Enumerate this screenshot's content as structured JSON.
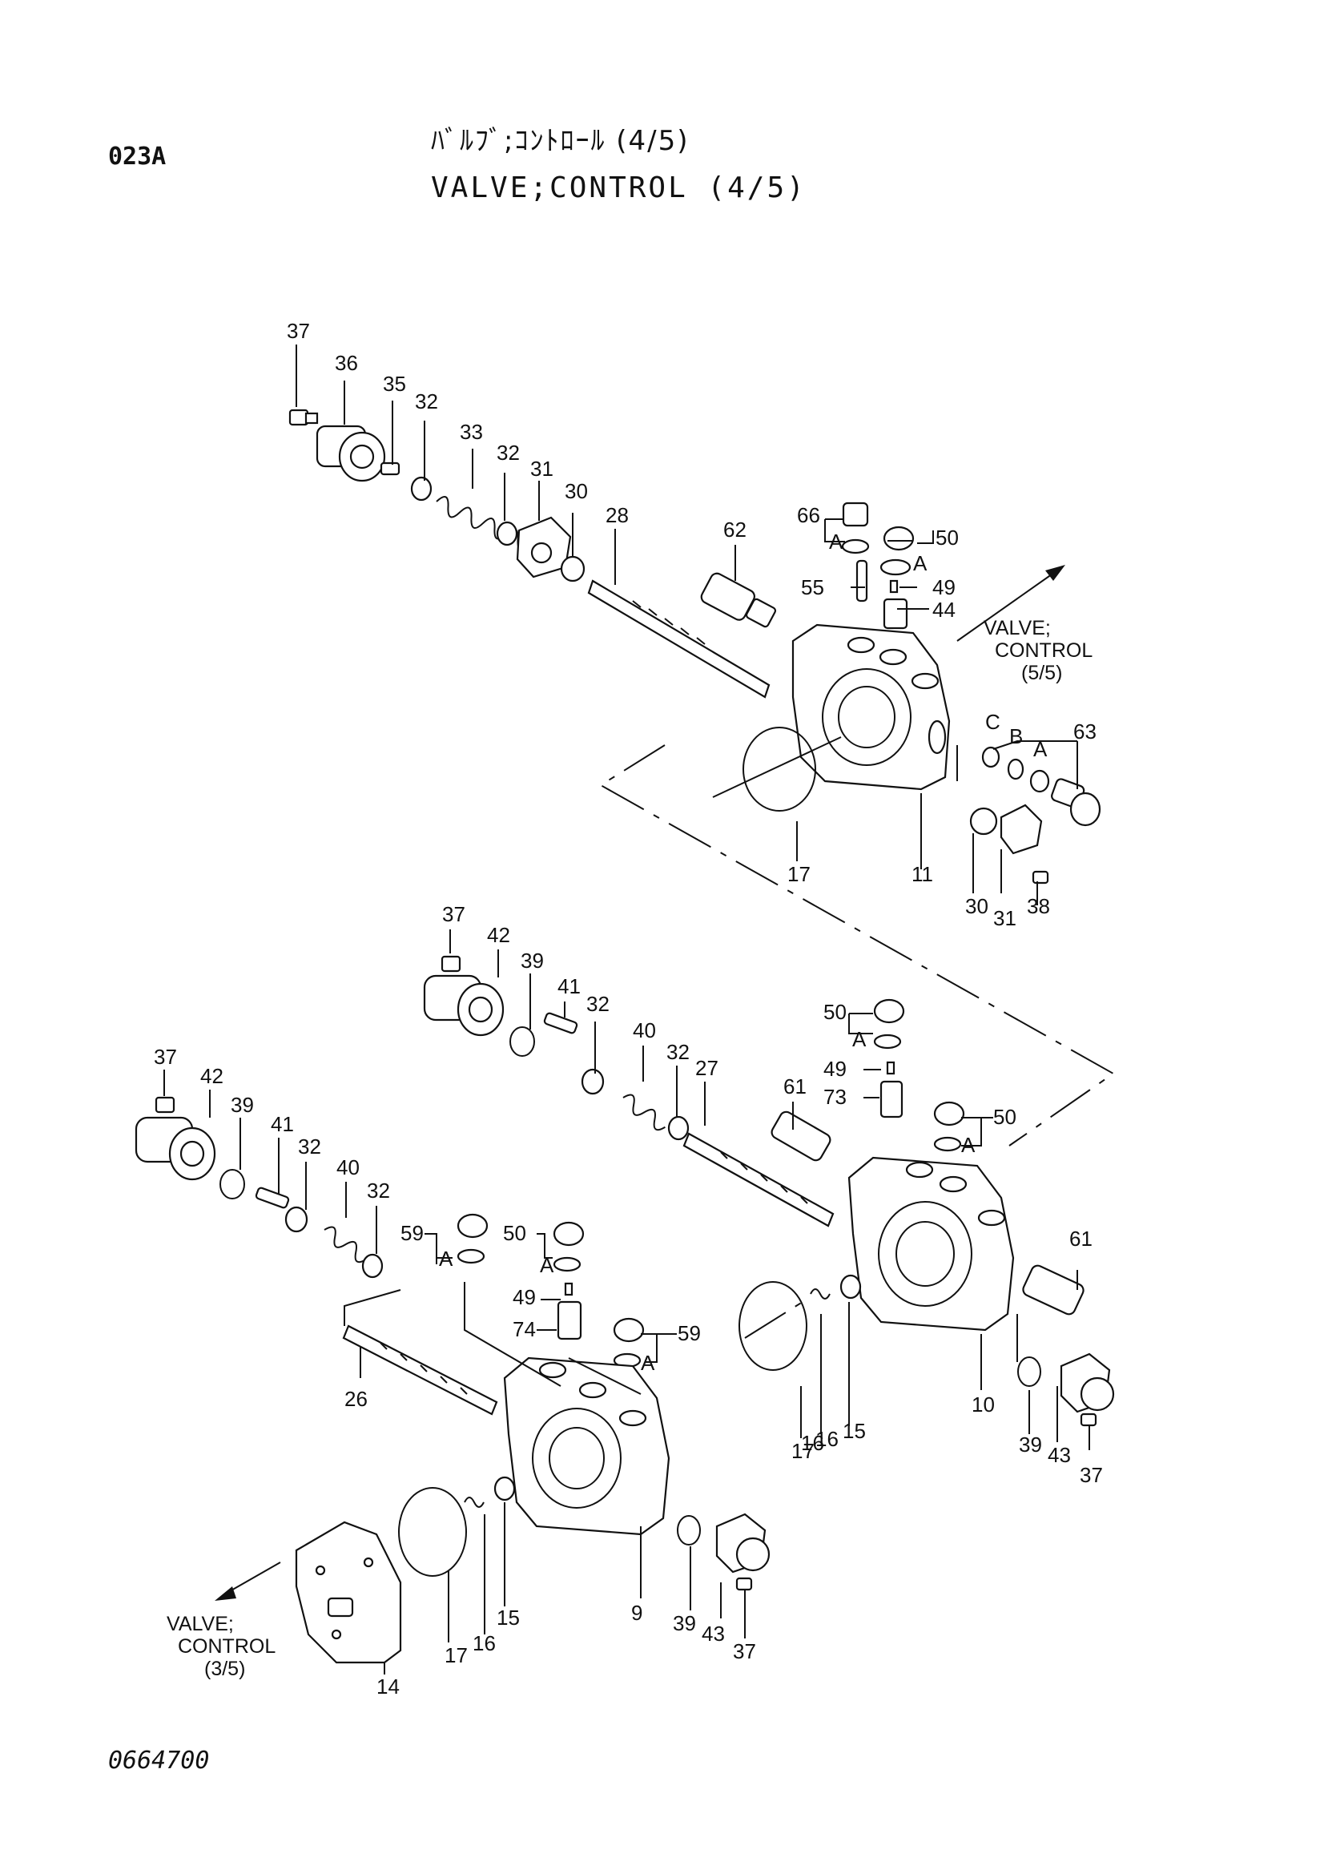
{
  "header": {
    "page_id": "023A",
    "title_jp": "ﾊﾞﾙﾌﾞ;ｺﾝﾄﾛｰﾙ (4/5)",
    "title_en": "VALVE;CONTROL (4/5)"
  },
  "footer": {
    "doc_no": "0664700"
  },
  "references": {
    "to_valve_5_5": [
      "VALVE;",
      "CONTROL",
      "(5/5)"
    ],
    "to_valve_3_5": [
      "VALVE;",
      "CONTROL",
      "(3/5)"
    ]
  },
  "callouts": {
    "top": [
      "37",
      "36",
      "35",
      "32",
      "33",
      "32",
      "31",
      "30",
      "28",
      "62",
      "66",
      "A",
      "50",
      "A",
      "55",
      "49",
      "44",
      "C",
      "B",
      "A",
      "63",
      "17",
      "11",
      "30",
      "31",
      "38"
    ],
    "middle": [
      "37",
      "42",
      "39",
      "41",
      "32",
      "40",
      "32",
      "27",
      "61",
      "50",
      "A",
      "49",
      "73",
      "50",
      "A",
      "61",
      "16",
      "15",
      "17",
      "16",
      "10",
      "39",
      "43",
      "37"
    ],
    "bottom": [
      "37",
      "42",
      "39",
      "41",
      "32",
      "40",
      "32",
      "59",
      "A",
      "50",
      "A",
      "49",
      "74",
      "59",
      "A",
      "26",
      "9",
      "39",
      "43",
      "37",
      "15",
      "16",
      "17",
      "14"
    ]
  }
}
